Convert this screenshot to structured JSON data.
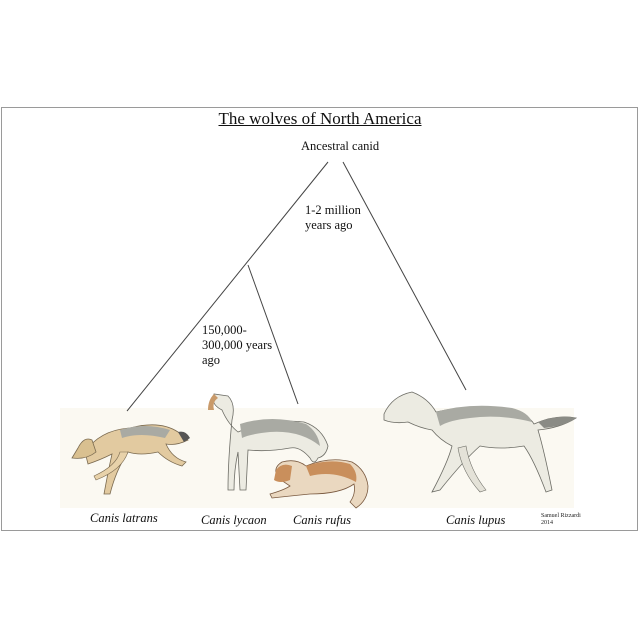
{
  "title": "The wolves of North America",
  "root_label": "Ancestral canid",
  "nodes": [
    {
      "label_line1": "1-2 million",
      "label_line2": "years ago"
    },
    {
      "label_line1": "150,000-",
      "label_line2": "300,000 years",
      "label_line3": "ago"
    }
  ],
  "species": [
    {
      "name": "Canis latrans"
    },
    {
      "name": "Canis lycaon"
    },
    {
      "name": "Canis rufus"
    },
    {
      "name": "Canis lupus"
    }
  ],
  "credit": {
    "author": "Samuel Rizzardi",
    "year": "2014"
  },
  "colors": {
    "fur_gray": "#a9aaa3",
    "fur_tan": "#e2caa0",
    "fur_rufous": "#c98f5c",
    "fur_light": "#ecebe2",
    "line": "#444444"
  }
}
